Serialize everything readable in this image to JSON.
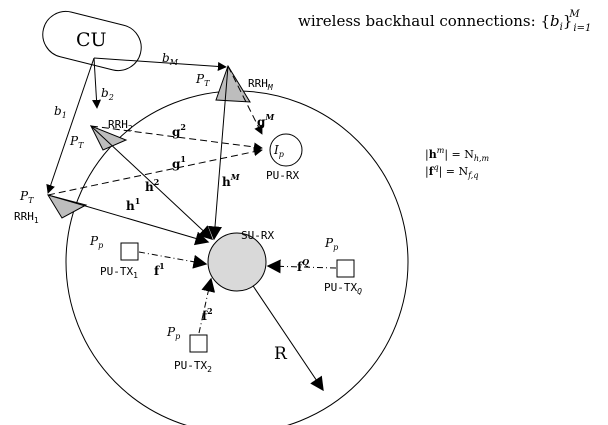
{
  "header": {
    "text": "wireless backhaul connections: ",
    "set_open": "{",
    "set_var": "b",
    "set_sub": "i",
    "set_close": "}",
    "sub_idx": "i=1",
    "sup_M": "M"
  },
  "nodes": {
    "cu": "CU",
    "rrh_m": "RRH",
    "rrh_m_sub": "M",
    "rrh_2": "RRH",
    "rrh_2_sub": "2",
    "rrh_1": "RRH",
    "rrh_1_sub": "1",
    "pu_rx": "PU-RX",
    "su_rx": "SU-RX",
    "pu_tx1": "PU-TX",
    "pu_tx1_sub": "1",
    "pu_tx2": "PU-TX",
    "pu_tx2_sub": "2",
    "pu_txq": "PU-TX",
    "pu_txq_sub": "Q",
    "ip": "I",
    "ip_sub": "p"
  },
  "labels": {
    "b_m": "b",
    "b_m_sub": "M",
    "b_2": "b",
    "b_2_sub": "2",
    "b_1": "b",
    "b_1_sub": "1",
    "pt": "P",
    "pt_sub": "T",
    "pp": "P",
    "pp_sub": "p",
    "g_m": "g",
    "g_m_sup": "M",
    "g_2": "g",
    "g_2_sup": "2",
    "g_1": "g",
    "g_1_sup": "1",
    "h_m": "h",
    "h_m_sup": "M",
    "h_2": "h",
    "h_2_sup": "2",
    "h_1": "h",
    "h_1_sup": "1",
    "f_1": "f",
    "f_1_sup": "1",
    "f_2": "f",
    "f_2_sup": "2",
    "f_q": "f",
    "f_q_sup": "Q",
    "radius": "R"
  },
  "legend": {
    "h_line_pre": "|",
    "h_line_var": "h",
    "h_line_sup": "m",
    "h_line_mid": "| = N",
    "h_line_sub": "h,m",
    "f_line_pre": "|",
    "f_line_var": "f",
    "f_line_sup": "q",
    "f_line_mid": "| = N",
    "f_line_sub": "f,q"
  },
  "colors": {
    "line": "#000000",
    "triangle_fill": "#bdbdbd",
    "su_fill": "#d9d9d9"
  }
}
